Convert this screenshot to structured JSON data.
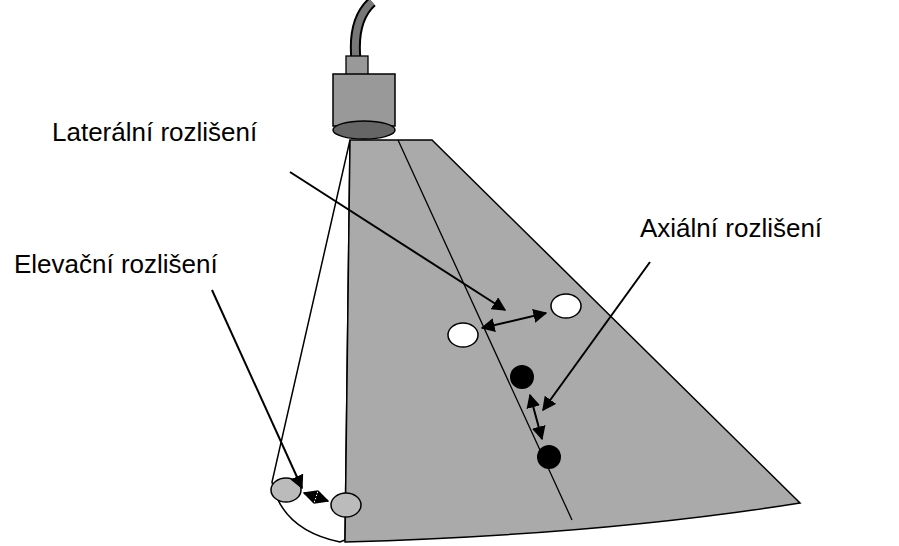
{
  "diagram": {
    "labels": [
      "Laterální rozlišení",
      "Axiální rozlišení",
      "Elevační rozlišení"
    ]
  }
}
